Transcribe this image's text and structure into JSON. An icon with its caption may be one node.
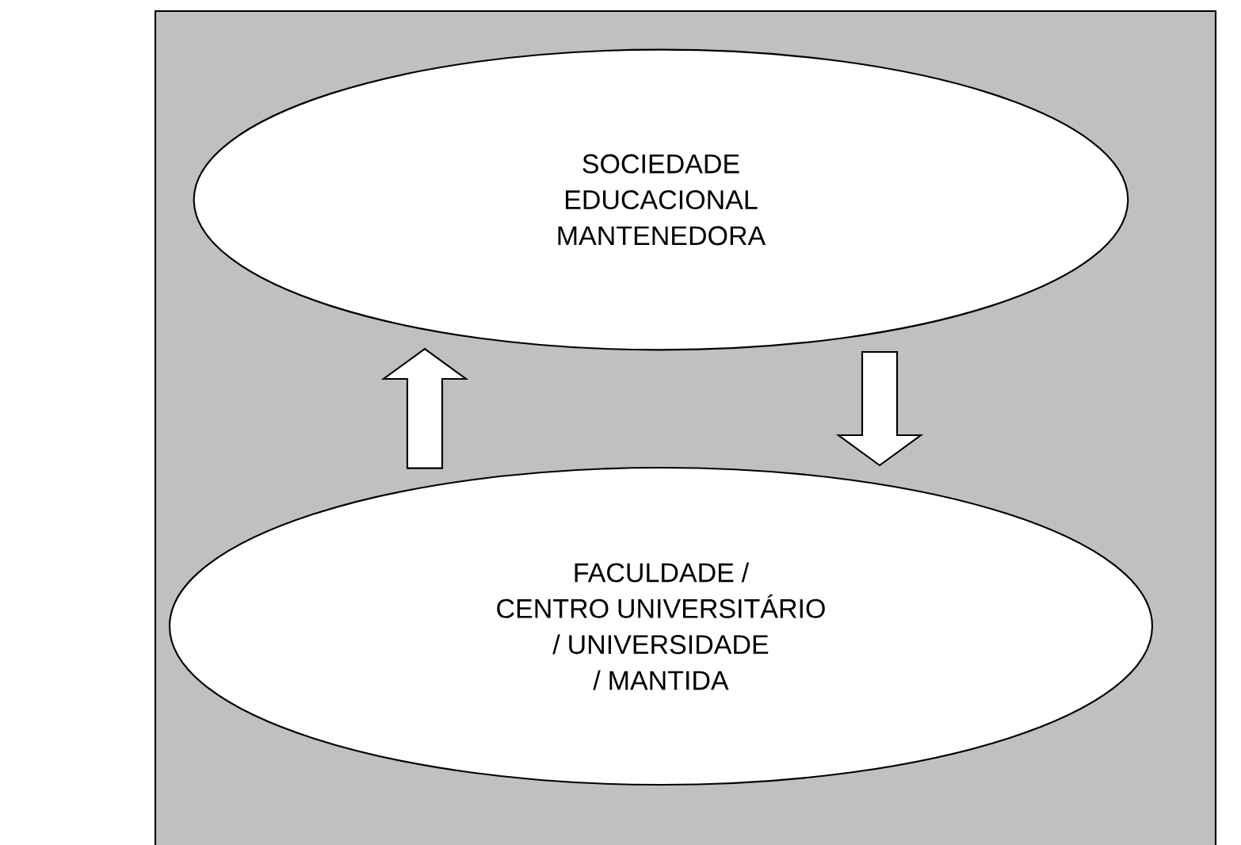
{
  "diagram": {
    "nodes": [
      {
        "text": [
          "SOCIEDADE EDUCACIONAL MANTENEDORA"
        ]
      },
      {
        "text": [
          "FACULDADE / CENTRO UNIVERSITÁRIO / UNIVERSIDADE / MANTIDA"
        ]
      }
    ],
    "edges": [
      {
        "from": 1,
        "to": 0,
        "arrow": "to"
      },
      {
        "from": 0,
        "to": 1,
        "arrow": "to"
      }
    ]
  }
}
